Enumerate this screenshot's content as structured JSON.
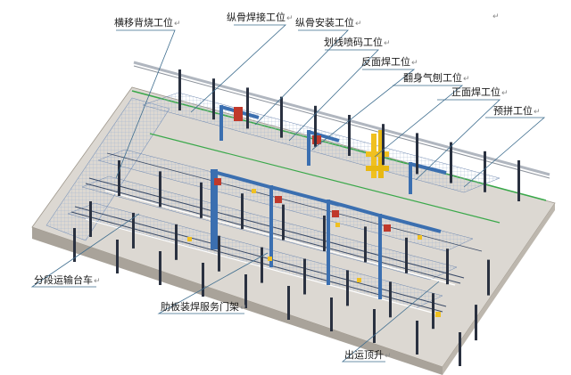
{
  "labels": {
    "l1": "横移背烧工位",
    "l2": "纵骨焊接工位",
    "l3": "纵骨安装工位",
    "l4": "划线喷码工位",
    "l5": "反面焊工位",
    "l6": "翻身气刨工位",
    "l7": "正面焊工位",
    "l8": "预拼工位",
    "l9": "分段运输台车",
    "l10": "肋板装焊服务门架",
    "l11": "出运顶升"
  },
  "mark": "↵",
  "colors": {
    "floor": "#dcd8d2",
    "floor_side": "#bdb7ae",
    "floor_front": "#a9a39a",
    "grid": "#8ba4c8",
    "grid_dark": "#4a6a9a",
    "pillar": "#2a3140",
    "gantry_blue": "#3b6fb0",
    "gantry_red": "#c0392b",
    "yellow": "#f0c020",
    "green": "#3aa84a",
    "leader": "#3f6e8f"
  }
}
